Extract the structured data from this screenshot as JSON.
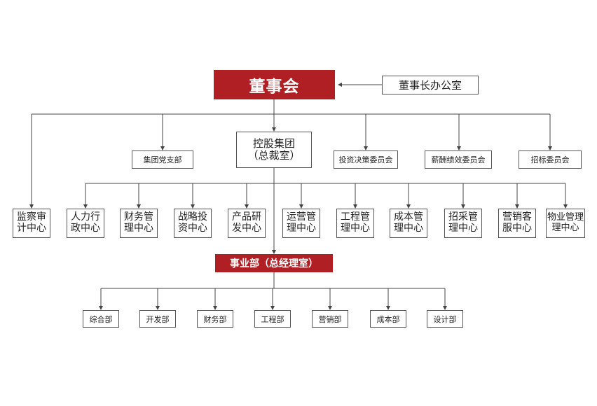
{
  "board": {
    "label": "董事会"
  },
  "chairman_office": {
    "label": "董事长办公室"
  },
  "holding_group": {
    "line1": "控股集团",
    "line2": "（总裁室）"
  },
  "committees": [
    "集团党支部",
    "投资决策委员会",
    "薪酬绩效委员会",
    "招标委员会"
  ],
  "audit_center": {
    "line1": "监察审",
    "line2": "计中心"
  },
  "centers": [
    {
      "line1": "人力行",
      "line2": "政中心"
    },
    {
      "line1": "财务管",
      "line2": "理中心"
    },
    {
      "line1": "战略投",
      "line2": "资中心"
    },
    {
      "line1": "产品研",
      "line2": "发中心"
    },
    {
      "line1": "运营管",
      "line2": "理中心"
    },
    {
      "line1": "工程管",
      "line2": "理中心"
    },
    {
      "line1": "成本管",
      "line2": "理中心"
    },
    {
      "line1": "招采管",
      "line2": "理中心"
    },
    {
      "line1": "营销客",
      "line2": "服中心"
    },
    {
      "line1": "物业管理",
      "line2": "理中心"
    }
  ],
  "business_unit": {
    "label": "事业部（总经理室）"
  },
  "departments": [
    "综合部",
    "开发部",
    "财务部",
    "工程部",
    "营销部",
    "成本部",
    "设计部"
  ],
  "colors": {
    "accent": "#b01f24",
    "line": "#444444"
  }
}
